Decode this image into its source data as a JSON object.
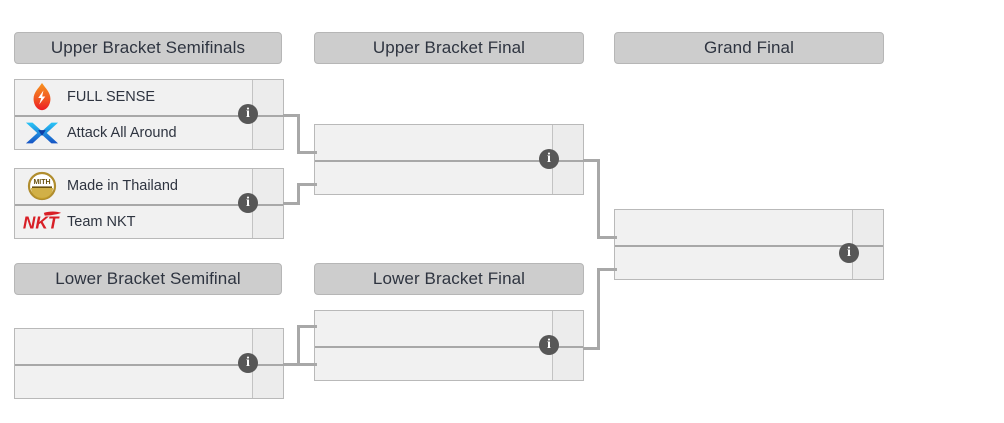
{
  "bracket": {
    "rounds": [
      {
        "id": "upper-bracket-semifinals",
        "label": "Upper Bracket Semifinals"
      },
      {
        "id": "upper-bracket-final",
        "label": "Upper Bracket Final"
      },
      {
        "id": "grand-final",
        "label": "Grand Final"
      },
      {
        "id": "lower-bracket-semifinal",
        "label": "Lower Bracket Semifinal"
      },
      {
        "id": "lower-bracket-final",
        "label": "Lower Bracket Final"
      }
    ],
    "matches": [
      {
        "id": "ubsf-1",
        "round": "upper-bracket-semifinals",
        "info_icon": "info-icon",
        "teams": [
          {
            "name": "FULL SENSE",
            "logo": "full-sense-logo",
            "score": ""
          },
          {
            "name": "Attack All Around",
            "logo": "attack-all-around-logo",
            "score": ""
          }
        ]
      },
      {
        "id": "ubsf-2",
        "round": "upper-bracket-semifinals",
        "info_icon": "info-icon",
        "teams": [
          {
            "name": "Made in Thailand",
            "logo": "made-in-thailand-logo",
            "score": ""
          },
          {
            "name": "Team NKT",
            "logo": "team-nkt-logo",
            "score": ""
          }
        ]
      },
      {
        "id": "ubf-1",
        "round": "upper-bracket-final",
        "info_icon": "info-icon",
        "teams": [
          {
            "name": "",
            "logo": "",
            "score": ""
          },
          {
            "name": "",
            "logo": "",
            "score": ""
          }
        ]
      },
      {
        "id": "gf-1",
        "round": "grand-final",
        "info_icon": "info-icon",
        "teams": [
          {
            "name": "",
            "logo": "",
            "score": ""
          },
          {
            "name": "",
            "logo": "",
            "score": ""
          }
        ]
      },
      {
        "id": "lbsf-1",
        "round": "lower-bracket-semifinal",
        "info_icon": "info-icon",
        "teams": [
          {
            "name": "",
            "logo": "",
            "score": ""
          },
          {
            "name": "",
            "logo": "",
            "score": ""
          }
        ]
      },
      {
        "id": "lbf-1",
        "round": "lower-bracket-final",
        "info_icon": "info-icon",
        "teams": [
          {
            "name": "",
            "logo": "",
            "score": ""
          },
          {
            "name": "",
            "logo": "",
            "score": ""
          }
        ]
      }
    ],
    "info_glyph": "i"
  },
  "colors": {
    "header_bg": "#cdcdcd",
    "match_bg": "#f1f1f1",
    "score_bg": "#ececec",
    "line": "#a8a8a8",
    "text": "#2e3440",
    "badge": "#575757",
    "full_sense_orange": "#f26722",
    "attack_all_around_blue": "#1ba8e0",
    "made_in_thailand_gold": "#c9a227",
    "team_nkt_red": "#d81f26"
  }
}
